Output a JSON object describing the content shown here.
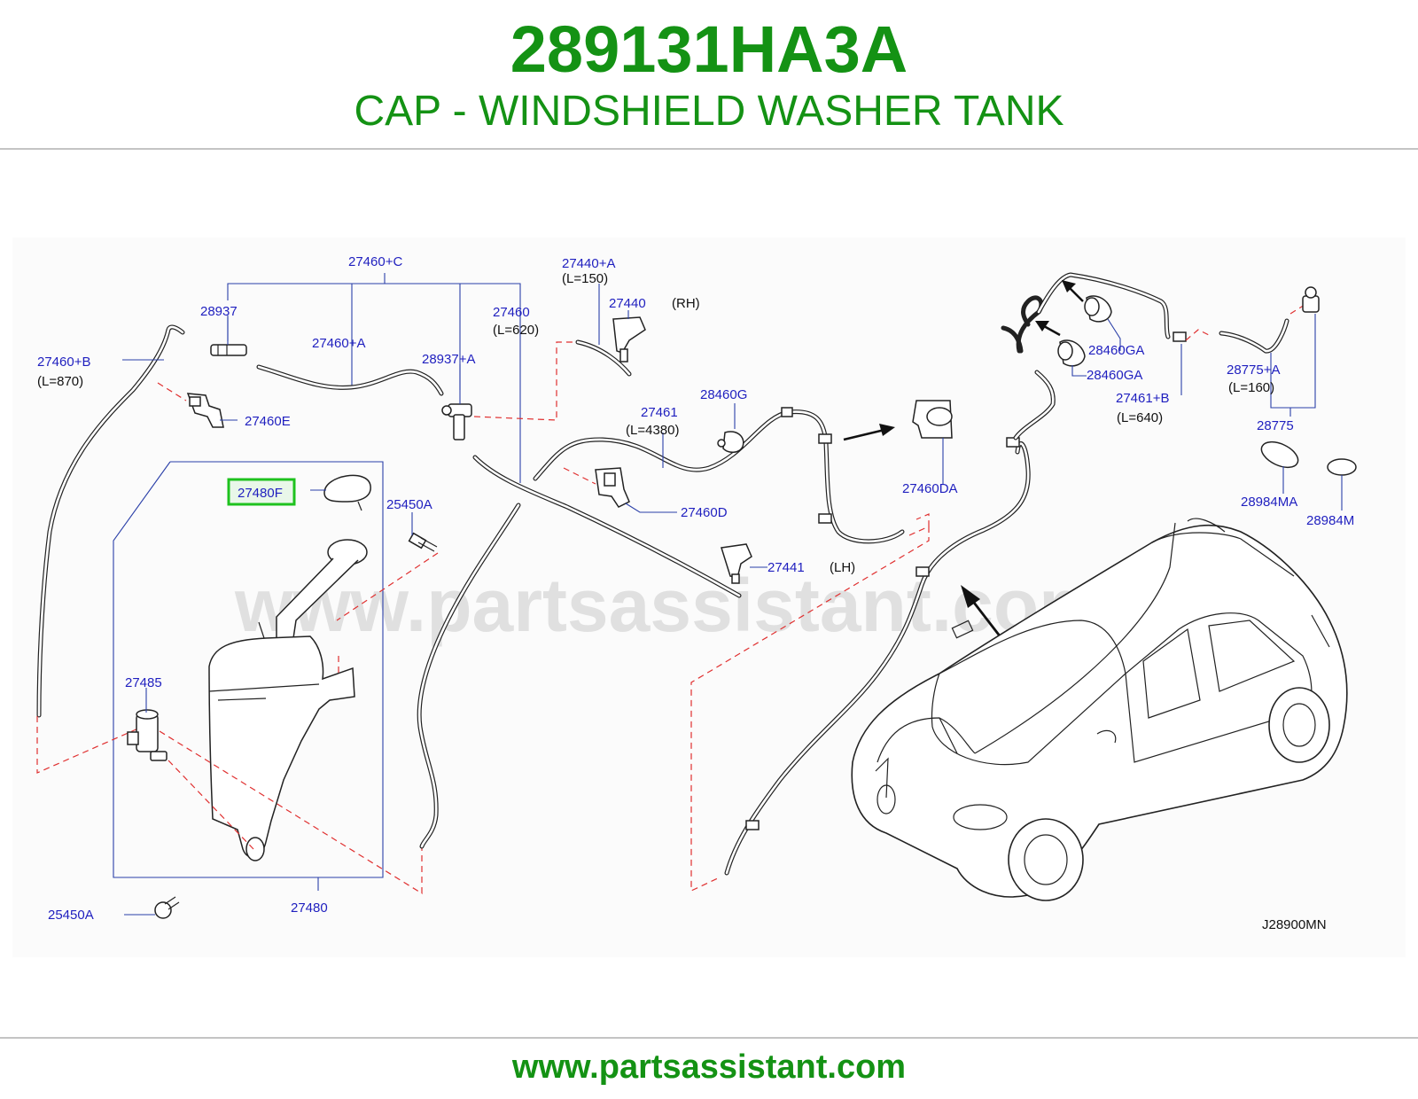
{
  "header": {
    "part_number": "289131HA3A",
    "part_name": "CAP - WINDSHIELD WASHER TANK"
  },
  "diagram": {
    "code": "J28900MN",
    "highlight_color": "#1ec21e",
    "watermark": "www.partsassistant.com",
    "labels": {
      "p27460C": "27460+C",
      "p28937": "28937",
      "p27460A": "27460+A",
      "p27460": "27460",
      "l620": "(L=620)",
      "p27460B": "27460+B",
      "l870": "(L=870)",
      "p28937A": "28937+A",
      "p27460E": "27460E",
      "p27480F": "27480F",
      "p25450A_top": "25450A",
      "p27485": "27485",
      "p27480": "27480",
      "p25450A_bottom": "25450A",
      "p27440A": "27440+A",
      "l150": "(L=150)",
      "p27440": "27440",
      "rh": "(RH)",
      "p27461": "27461",
      "l4380": "(L=4380)",
      "p28460G": "28460G",
      "p27460D": "27460D",
      "p27460DA": "27460DA",
      "p27441": "27441",
      "lh": "(LH)",
      "p28460GA_1": "28460GA",
      "p28460GA_2": "28460GA",
      "p27461B": "27461+B",
      "l640": "(L=640)",
      "p28775A": "28775+A",
      "l160": "(L=160)",
      "p28775": "28775",
      "p28984MA": "28984MA",
      "p28984M": "28984M"
    }
  },
  "footer": {
    "url": "www.partsassistant.com"
  }
}
